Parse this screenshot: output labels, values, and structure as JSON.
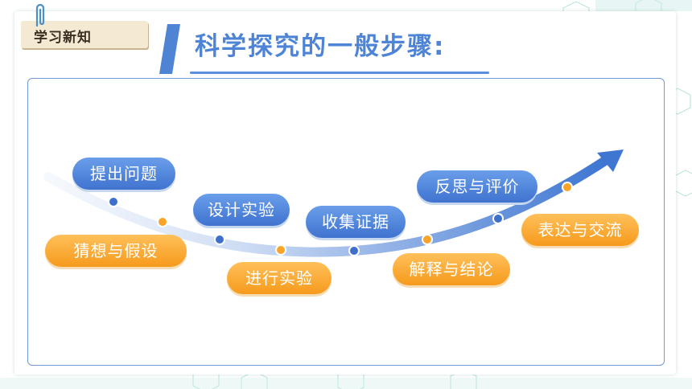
{
  "header": {
    "tag_label": "学习新知",
    "title": "科学探究的一般步骤:"
  },
  "colors": {
    "blue": "#4e84d6",
    "orange": "#f7a428",
    "tag_bg": "#f4e9d2"
  },
  "steps": [
    {
      "label": "提出问题",
      "color": "blue"
    },
    {
      "label": "猜想与假设",
      "color": "orange"
    },
    {
      "label": "设计实验",
      "color": "blue"
    },
    {
      "label": "进行实验",
      "color": "orange"
    },
    {
      "label": "收集证据",
      "color": "blue"
    },
    {
      "label": "解释与结论",
      "color": "orange"
    },
    {
      "label": "反思与评价",
      "color": "blue"
    },
    {
      "label": "表达与交流",
      "color": "orange"
    }
  ]
}
